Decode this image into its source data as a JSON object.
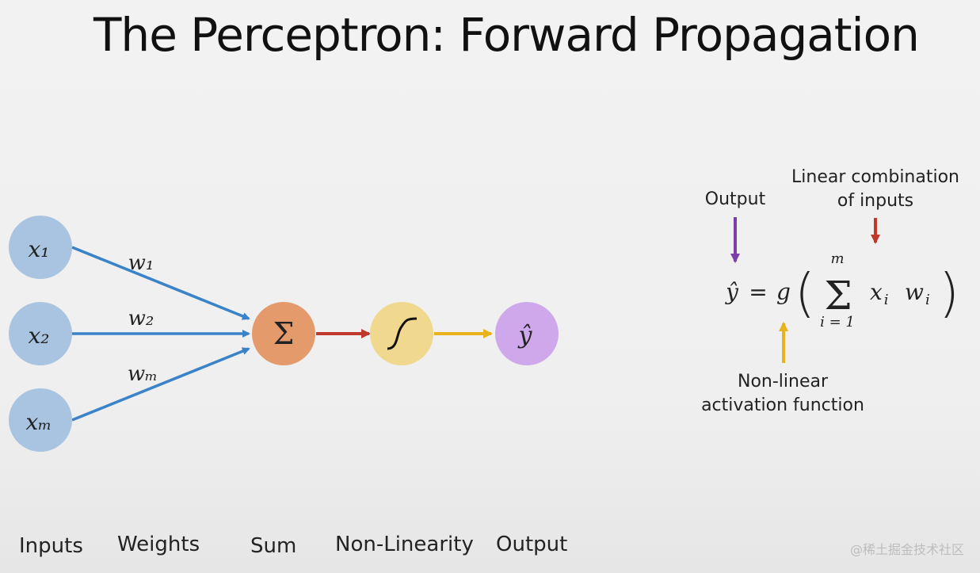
{
  "title": "The Perceptron: Forward Propagation",
  "nodes": {
    "x1": "x₁",
    "x2": "x₂",
    "xm": "xₘ",
    "sum": "Σ",
    "output": "ŷ"
  },
  "weights": {
    "w1": "w₁",
    "w2": "w₂",
    "wm": "wₘ"
  },
  "equation": {
    "yhat": "ŷ",
    "equals": "=",
    "g": "g",
    "lparen": "(",
    "rparen": ")",
    "sigma": "Σ",
    "upper": "m",
    "lower": "i = 1",
    "xi": "x",
    "xi_sub": "i",
    "wi": "w",
    "wi_sub": "i"
  },
  "annotations": {
    "output": "Output",
    "linear_line1": "Linear combination",
    "linear_line2": "of inputs",
    "nonlinear_line1": "Non-linear",
    "nonlinear_line2": "activation function"
  },
  "bottom_labels": {
    "inputs": "Inputs",
    "weights": "Weights",
    "sum": "Sum",
    "nonlinearity": "Non-Linearity",
    "output": "Output"
  },
  "watermark": "@稀土掘金技术社区",
  "colors": {
    "input_node": "#a9c4e0",
    "sum_node": "#e59a6c",
    "nonlinearity_node": "#f0d88e",
    "output_node": "#cfa8ec",
    "input_arrow": "#3a83c9",
    "sum_arrow": "#c0392b",
    "activation_arrow": "#e8b31a",
    "output_annotation_arrow": "#7d3ea8",
    "linear_annotation_arrow": "#c0392b",
    "nonlinear_annotation_arrow": "#e8b31a"
  }
}
